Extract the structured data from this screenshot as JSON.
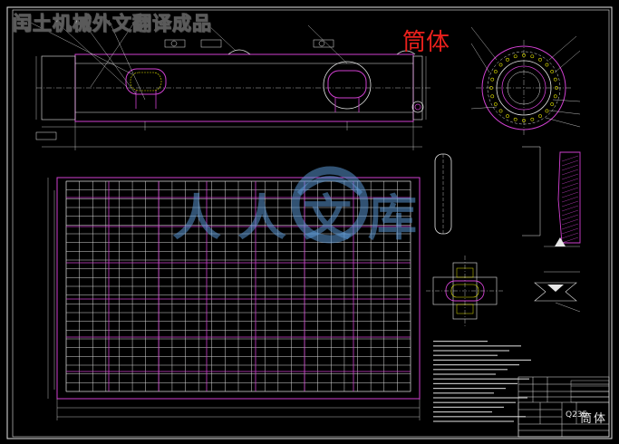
{
  "header": {
    "banner_text": "闰土机械外文翻译成品"
  },
  "drawing": {
    "title": "筒体",
    "material": "Q235"
  },
  "title_block": {
    "drawing_name": "筒体"
  },
  "watermark": {
    "text": "人人文库"
  },
  "colors": {
    "background": "#000000",
    "frame": "#e6e6e6",
    "outline": "#d040d0",
    "construction": "#d040d0",
    "grid": "#d8d8d8",
    "hidden": "#ffffff",
    "dimension": "#e6e6e6",
    "title_red": "#e8201c",
    "symbol": "#e0e000",
    "watermark": "#5a96d2"
  }
}
